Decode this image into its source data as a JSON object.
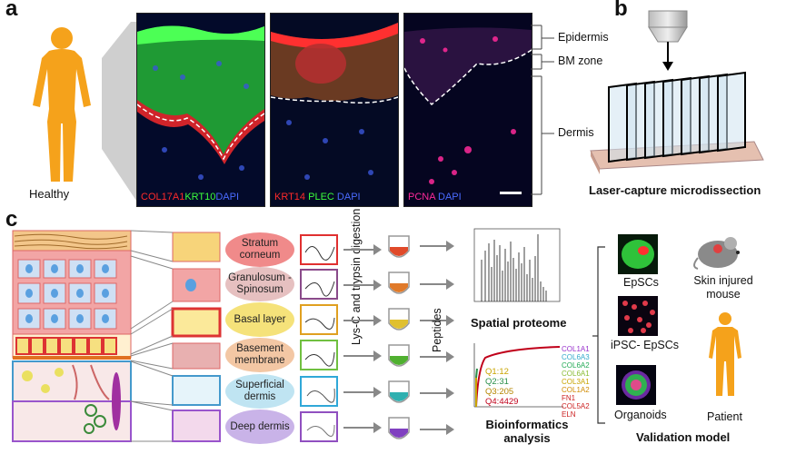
{
  "panel_a": {
    "letter": "a",
    "person_label": "Healthy",
    "images": [
      {
        "labels": [
          {
            "text": "COL17A1",
            "color": "#ff2a2a"
          },
          {
            "text": "KRT10",
            "color": "#3cff3c"
          },
          {
            "text": "DAPI",
            "color": "#4a6bff"
          }
        ]
      },
      {
        "labels": [
          {
            "text": "KRT14",
            "color": "#ff2a2a"
          },
          {
            "text": "PLEC",
            "color": "#3cff3c"
          },
          {
            "text": "DAPI",
            "color": "#4a6bff"
          }
        ]
      },
      {
        "labels": [
          {
            "text": "PCNA",
            "color": "#ff2a9a"
          },
          {
            "text": "DAPI",
            "color": "#4a6bff"
          }
        ]
      }
    ],
    "zones": {
      "epidermis": "Epidermis",
      "bm": "BM zone",
      "dermis": "Dermis"
    }
  },
  "panel_b": {
    "letter": "b",
    "caption": "Laser-capture microdissection"
  },
  "panel_c": {
    "letter": "c",
    "layers": [
      {
        "name": "Stratum corneum",
        "color": "#f08a8a"
      },
      {
        "name": "Granulosum -Spinosum",
        "color": "#e8b4b4"
      },
      {
        "name": "Basal layer",
        "color": "#f5e27a"
      },
      {
        "name": "Basement membrane",
        "color": "#f3c7a4"
      },
      {
        "name": "Superficial dermis",
        "color": "#bfe4f2"
      },
      {
        "name": "Deep dermis",
        "color": "#c9b3e8"
      }
    ],
    "digestion": "Lys-C and trypsin digestion",
    "peptides": "Peptides",
    "spatial": "Spatial proteome",
    "bioinfo": "Bioinformatics analysis",
    "quartiles": [
      {
        "label": "Q1:",
        "value": "12",
        "color": "#c8a400"
      },
      {
        "label": "Q2:",
        "value": "31",
        "color": "#2a8f4a"
      },
      {
        "label": "Q3:",
        "value": "205",
        "color": "#b58600"
      },
      {
        "label": "Q4:",
        "value": "4429",
        "color": "#c0001a"
      }
    ],
    "legend": [
      {
        "text": "COL1A1",
        "color": "#9933cc"
      },
      {
        "text": "COL6A3",
        "color": "#33aacc"
      },
      {
        "text": "COL6A2",
        "color": "#22aa55"
      },
      {
        "text": "COL6A1",
        "color": "#88bb33"
      },
      {
        "text": "COL3A1",
        "color": "#c8a400"
      },
      {
        "text": "COL1A2",
        "color": "#d08a00"
      },
      {
        "text": "FN1",
        "color": "#cc2222"
      },
      {
        "text": "COL5A2",
        "color": "#cc2222"
      },
      {
        "text": "ELN",
        "color": "#cc2222"
      }
    ],
    "validation": {
      "epscs": "EpSCs",
      "ipsc": "iPSC- EpSCs",
      "organoids": "Organoids",
      "mouse": "Skin injured mouse",
      "patient": "Patient",
      "title": "Validation model"
    }
  }
}
